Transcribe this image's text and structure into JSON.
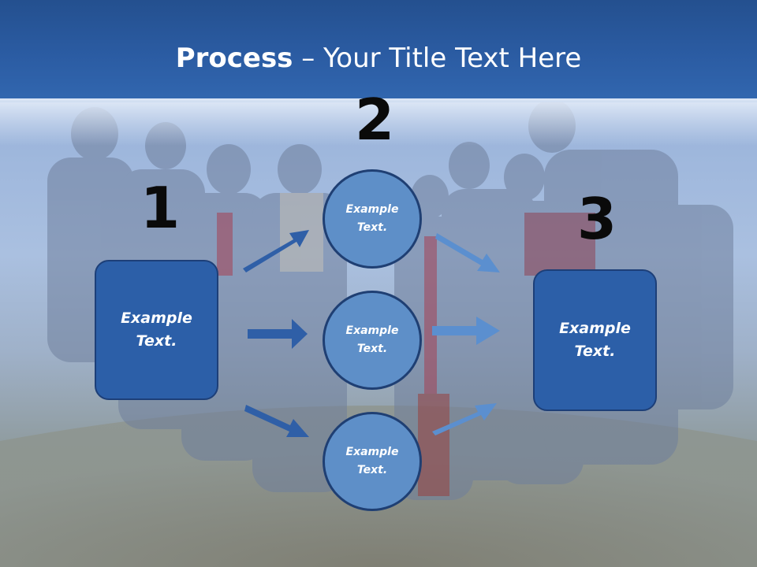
{
  "title": {
    "bold": "Process",
    "rest": " – Your Title Text Here"
  },
  "steps": {
    "one": "1",
    "two": "2",
    "three": "3"
  },
  "left_box": {
    "line1": "Example",
    "line2": "Text."
  },
  "right_box": {
    "line1": "Example",
    "line2": "Text."
  },
  "circles": [
    {
      "line1": "Example",
      "line2": "Text."
    },
    {
      "line1": "Example",
      "line2": "Text."
    },
    {
      "line1": "Example",
      "line2": "Text."
    }
  ],
  "colors": {
    "banner": "#2b5ca3",
    "box_fill": "#2c5fa8",
    "circle_fill": "#5e8fc8",
    "arrow_dark": "#2f5fa7",
    "arrow_light": "#5b8fcf"
  }
}
